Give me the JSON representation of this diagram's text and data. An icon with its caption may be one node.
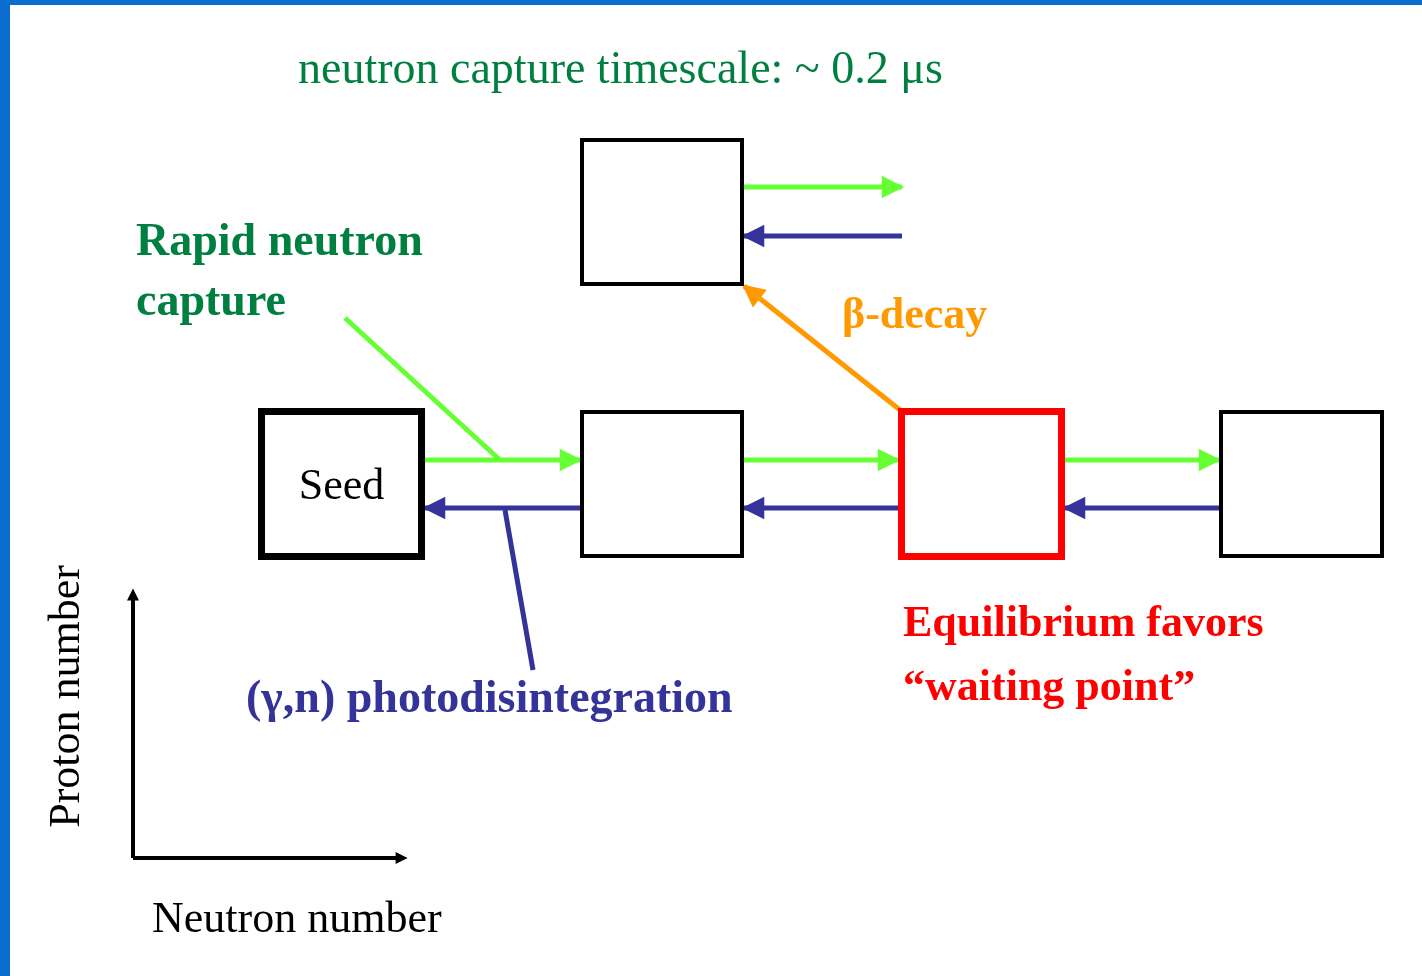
{
  "diagram": {
    "title": "neutron capture timescale: ~ 0.2 μs",
    "nodes": [
      {
        "text": [
          "Seed"
        ]
      },
      {
        "text": [],
        "shape": "box"
      },
      {
        "text": [],
        "shape": "box",
        "beside": [
          "Equilibrium favors “waiting point”"
        ]
      },
      {
        "text": [],
        "shape": "box"
      },
      {
        "text": [],
        "shape": "box"
      },
      {
        "text": [
          "Rapid neutron capture"
        ]
      },
      {
        "text": [
          "(γ,n) photodisintegration"
        ]
      }
    ],
    "edges": [
      {
        "from": 0,
        "to": 1,
        "arrow": "to",
        "color": "#66ff33"
      },
      {
        "from": 1,
        "to": 2,
        "arrow": "to",
        "color": "#66ff33"
      },
      {
        "from": 2,
        "to": 3,
        "arrow": "to",
        "color": "#66ff33"
      },
      {
        "from": 4,
        "to": null,
        "arrow": "to",
        "color": "#66ff33"
      },
      {
        "from": 1,
        "to": 0,
        "arrow": "to",
        "color": "#333399"
      },
      {
        "from": 2,
        "to": 1,
        "arrow": "to",
        "color": "#333399"
      },
      {
        "from": 3,
        "to": 2,
        "arrow": "to",
        "color": "#333399"
      },
      {
        "from": null,
        "to": 4,
        "arrow": "to",
        "color": "#333399"
      },
      {
        "from": 2,
        "to": 4,
        "arrow": "to",
        "label": "β-decay",
        "color": "#ff9900"
      },
      {
        "from": 5,
        "to": null,
        "arrow": "none",
        "color": "#66ff33"
      },
      {
        "from": 6,
        "to": null,
        "arrow": "none",
        "color": "#333399"
      }
    ],
    "labels": [
      "Proton number",
      "Neutron number"
    ]
  }
}
